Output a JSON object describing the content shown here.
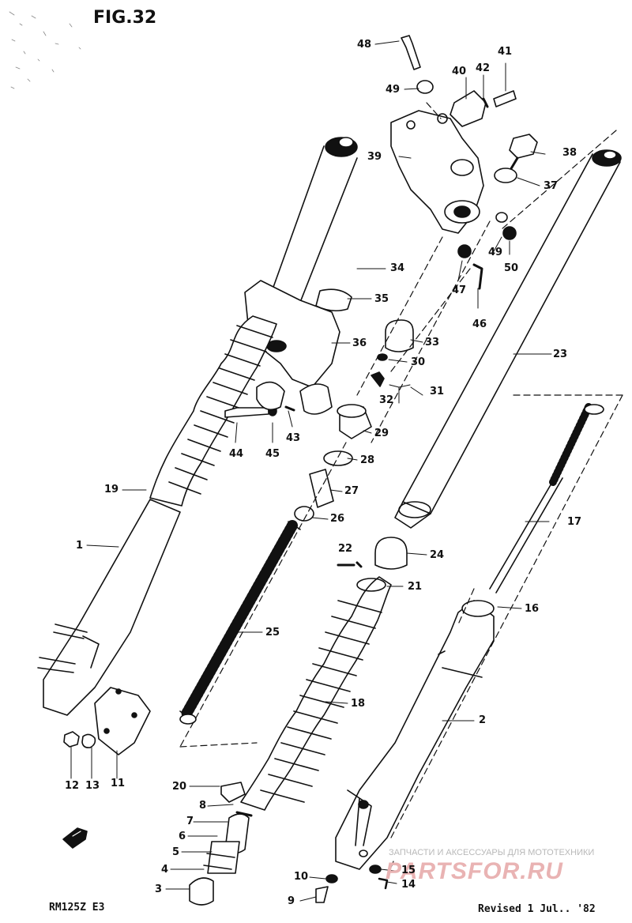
{
  "figure_title": "FIG.32",
  "model_code": "RM125Z E3",
  "revision": "Revised 1 Jul.. '82",
  "watermark_line1": "ЗАПЧАСТИ И АКСЕССУАРЫ ДЛЯ МОТОТЕХНИКИ",
  "watermark_line2": "PARTSFOR.RU",
  "callouts": [
    "48",
    "49",
    "40",
    "42",
    "41",
    "39",
    "38",
    "37",
    "49",
    "50",
    "47",
    "46",
    "34",
    "35",
    "36",
    "33",
    "30",
    "31",
    "32",
    "23",
    "29",
    "44",
    "45",
    "43",
    "28",
    "27",
    "26",
    "19",
    "17",
    "1",
    "22",
    "24",
    "21",
    "16",
    "25",
    "18",
    "2",
    "12",
    "13",
    "11",
    "20",
    "8",
    "7",
    "6",
    "5",
    "4",
    "3",
    "10",
    "15",
    "14",
    "9"
  ]
}
